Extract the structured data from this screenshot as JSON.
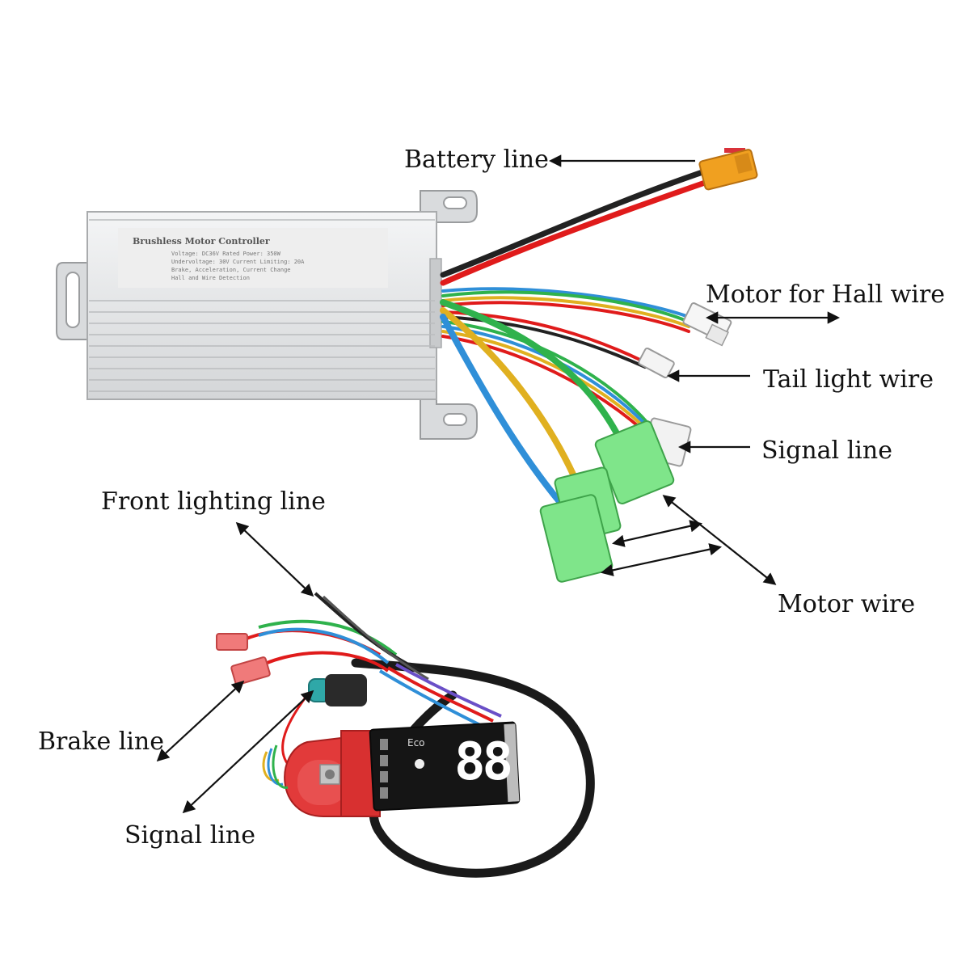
{
  "labels": {
    "battery": "Battery line",
    "hall": "Motor for Hall wire",
    "tail": "Tail light wire",
    "signal_controller": "Signal line",
    "front": "Front lighting line",
    "motor": "Motor wire",
    "brake": "Brake line",
    "signal_display": "Signal line"
  },
  "controller": {
    "title": "Brushless Motor Controller",
    "spec_lines": [
      "Voltage: DC36V          Rated Power: 350W",
      "Undervoltage: 30V        Current Limiting: 20A",
      "Brake, Acceleration, Current Change",
      "Hall and Wire Detection"
    ]
  },
  "display": {
    "speed": "88",
    "mode": "Eco"
  },
  "colors": {
    "housing": "#e2e4e6",
    "connector_green": "#7fe58a",
    "connector_yellow": "#f0a020",
    "pcb_red": "#e23a3a",
    "display_black": "#151515",
    "wire_red": "#e01b1b",
    "wire_green": "#2fb24c",
    "wire_blue": "#2f8fd8",
    "wire_yellow": "#e0b020"
  }
}
